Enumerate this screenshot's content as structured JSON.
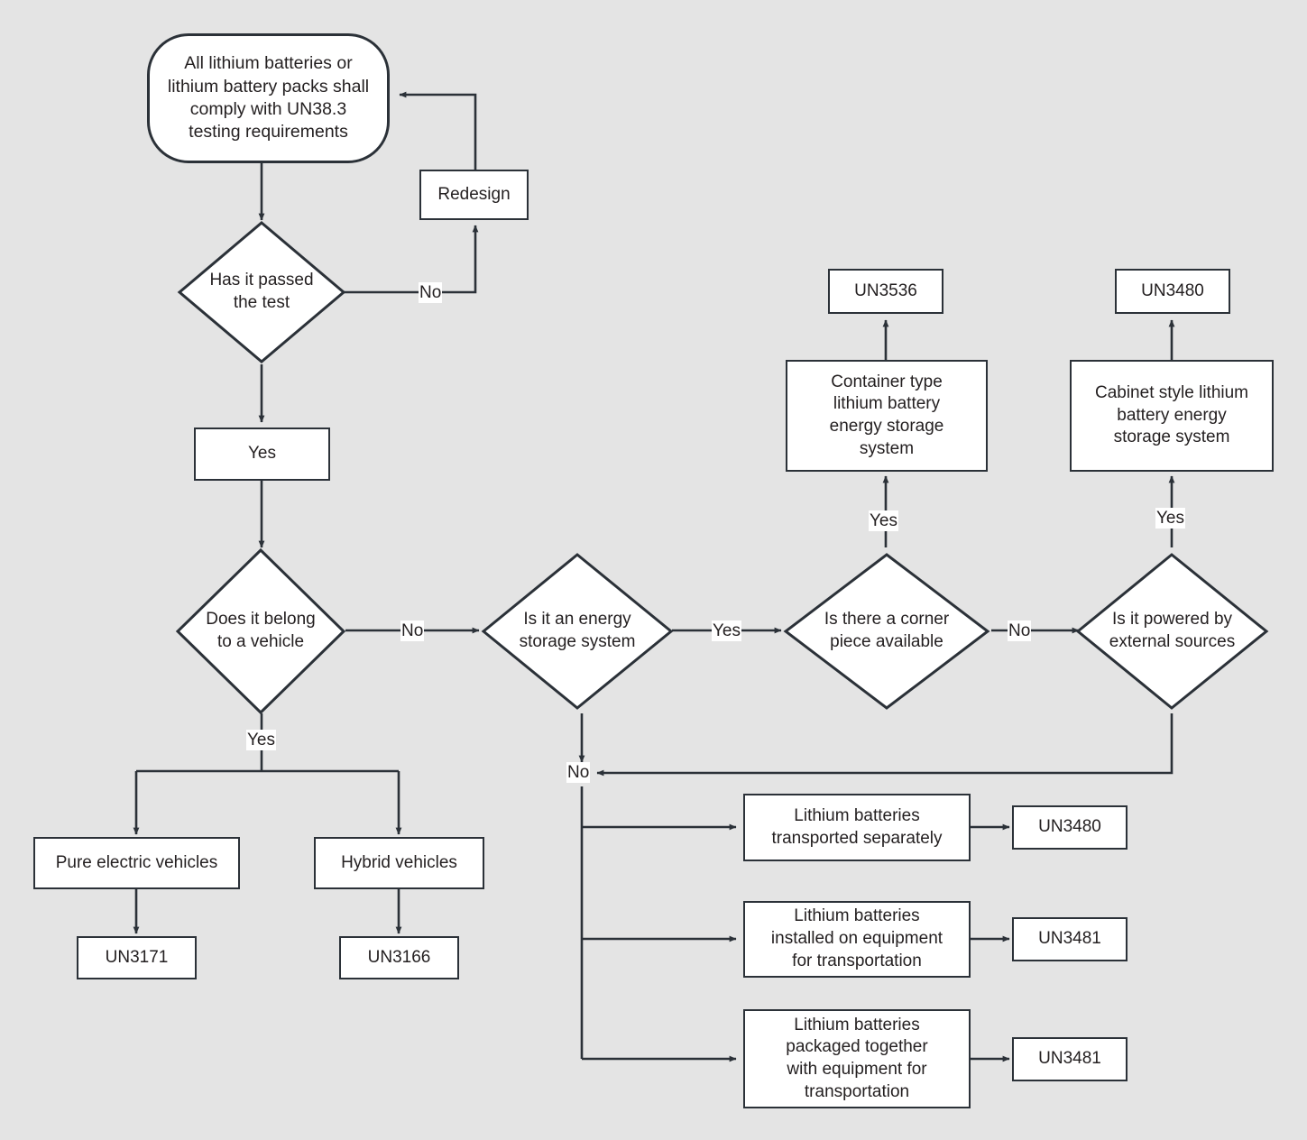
{
  "diagram": {
    "title": "Lithium battery UN number classification flowchart",
    "background_color": "#e4e4e4",
    "stroke_color": "#2b3138",
    "node_fill": "#ffffff",
    "text_color": "#231f20"
  },
  "nodes": {
    "start": "All lithium batteries or\nlithium battery packs shall\ncomply with UN38.3\ntesting requirements",
    "redesign": "Redesign",
    "passed_test": "Has it passed\nthe test",
    "yes_box": "Yes",
    "belongs_vehicle": "Does it belong\nto a vehicle",
    "pure_electric": "Pure electric vehicles",
    "hybrid": "Hybrid vehicles",
    "un3171": "UN3171",
    "un3166": "UN3166",
    "energy_storage": "Is it an energy\nstorage system",
    "corner_piece": "Is there a corner\npiece available",
    "external_power": "Is it powered by\nexternal sources",
    "container_type": "Container type\nlithium battery\nenergy storage\nsystem",
    "cabinet_style": "Cabinet style lithium\nbattery energy\nstorage system",
    "un3536": "UN3536",
    "un3480_top": "UN3480",
    "batteries_separate": "Lithium batteries\ntransported separately",
    "batteries_installed": "Lithium  batteries\ninstalled on equipment\nfor transportation",
    "batteries_packaged": "Lithium batteries\npackaged together\nwith equipment for\ntransportation",
    "un3480_sep": "UN3480",
    "un3481_installed": "UN3481",
    "un3481_packaged": "UN3481"
  },
  "edge_labels": {
    "test_no": "No",
    "vehicle_no": "No",
    "vehicle_yes": "Yes",
    "storage_yes": "Yes",
    "corner_yes": "Yes",
    "corner_no": "No",
    "external_yes": "Yes",
    "storage_no": "No"
  }
}
